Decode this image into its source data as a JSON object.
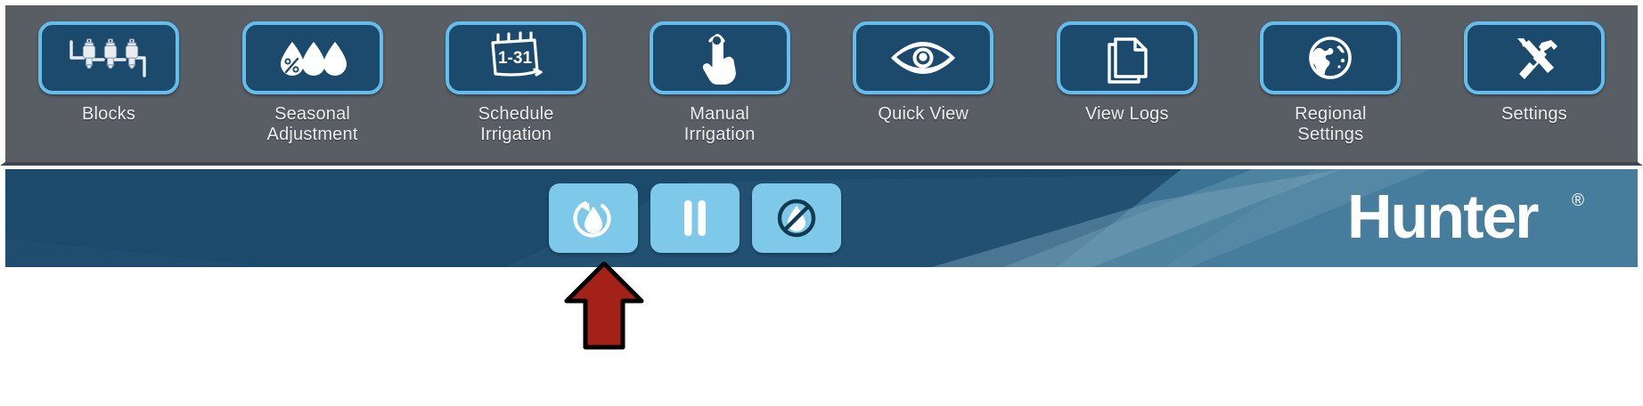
{
  "app": {
    "brand_name": "Hunter",
    "brand_trademark": "®"
  },
  "colors": {
    "topbar_background": "#595e65",
    "tile_fill": "#1c4a6c",
    "tile_border": "#64bdeb",
    "bluebar_background": "#1b4a6b",
    "control_button": "#7ec8ea",
    "label_text": "#eceded",
    "arrow_fill": "#a42117",
    "arrow_outline": "#000000"
  },
  "topnav": {
    "items": [
      {
        "label": "Blocks",
        "icon": "valves-icon"
      },
      {
        "label": "Seasonal\nAdjustment",
        "icon": "percent-droplets-icon"
      },
      {
        "label": "Schedule\nIrrigation",
        "icon": "calendar-1-31-icon",
        "badge": "1-31"
      },
      {
        "label": "Manual\nIrrigation",
        "icon": "hand-tap-icon"
      },
      {
        "label": "Quick View",
        "icon": "eye-icon"
      },
      {
        "label": "View Logs",
        "icon": "documents-icon"
      },
      {
        "label": "Regional\nSettings",
        "icon": "globe-icon"
      },
      {
        "label": "Settings",
        "icon": "hammer-wrench-icon"
      }
    ]
  },
  "controlbar": {
    "buttons": [
      {
        "name": "run-irrigation",
        "icon": "water-drop-refresh-icon"
      },
      {
        "name": "pause-irrigation",
        "icon": "pause-icon"
      },
      {
        "name": "stop-irrigation",
        "icon": "no-water-icon"
      }
    ]
  },
  "annotation": {
    "arrow": "red-up-arrow",
    "points_to": "run-irrigation-button"
  }
}
